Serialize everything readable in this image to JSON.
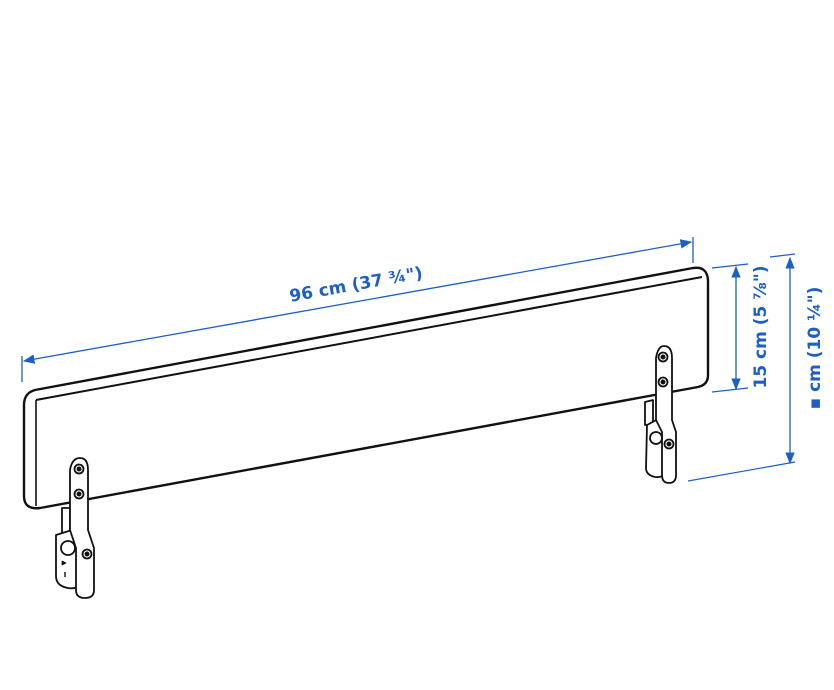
{
  "diagram": {
    "subject": "bed guard rail",
    "colors": {
      "dimension": "#1c5fc7",
      "outline": "#111111",
      "background": "#ffffff"
    },
    "dimensions": {
      "length": {
        "label": "96 cm (37 ¾\")"
      },
      "panel_height": {
        "label": "15 cm (5 ⅞\")"
      },
      "total_height": {
        "label": "▪ cm (10 ¼\")"
      }
    }
  }
}
